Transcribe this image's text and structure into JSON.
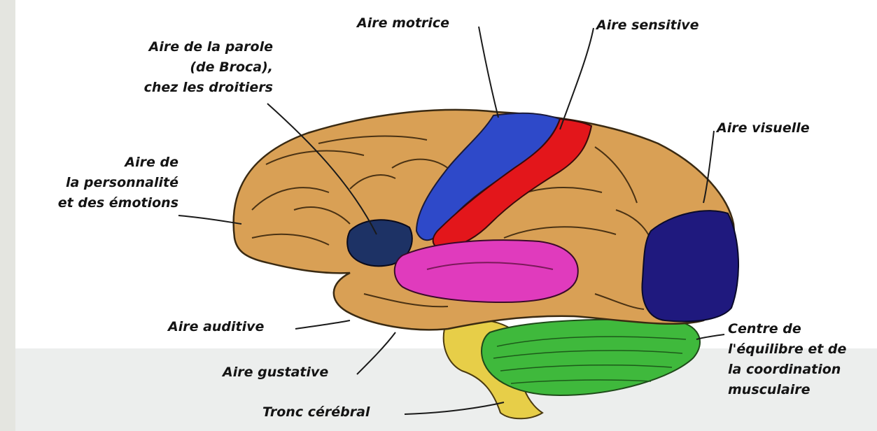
{
  "labels": {
    "aire_motrice": "Aire motrice",
    "aire_sensitive": "Aire sensitive",
    "broca": [
      "Aire de la parole",
      "(de Broca),",
      "chez les droitiers"
    ],
    "personnalite": [
      "Aire de",
      "la personnalité",
      "et des émotions"
    ],
    "aire_visuelle": "Aire visuelle",
    "aire_auditive": "Aire auditive",
    "aire_gustative": "Aire gustative",
    "tronc": "Tronc cérébral",
    "equilibre": [
      "Centre de",
      "l'équilibre et de",
      "la coordination",
      "musculaire"
    ]
  },
  "colors": {
    "cortex": "#d9a055",
    "motor": "#2e49c9",
    "sensory": "#e3161b",
    "broca": "#1d3265",
    "auditory": "#e03bbd",
    "visual": "#1f197e",
    "cerebellum": "#3fb93c",
    "brainstem": "#e7ce48"
  }
}
